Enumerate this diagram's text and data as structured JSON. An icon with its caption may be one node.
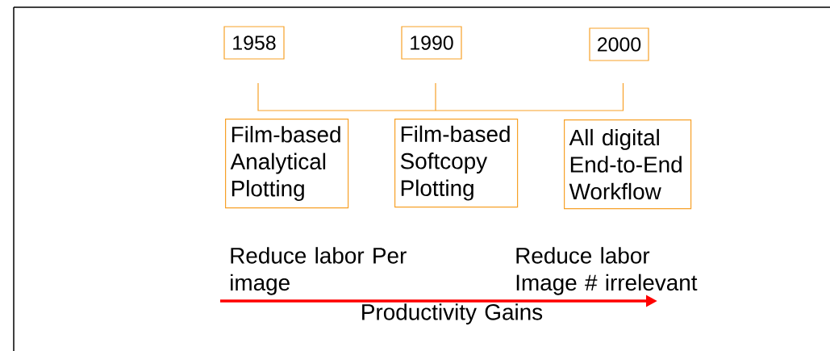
{
  "diagram": {
    "nodes": [
      {
        "text": [
          "1958"
        ]
      },
      {
        "text": [
          "1990"
        ]
      },
      {
        "text": [
          "2000"
        ]
      },
      {
        "text": [
          "Film-based Analytical Plotting"
        ]
      },
      {
        "text": [
          "Film-based Softcopy Plotting"
        ]
      },
      {
        "text": [
          "All digital End-to-End Workflow"
        ]
      }
    ],
    "labels": [
      "Reduce labor Per image",
      "Reduce labor Image # irrelevant",
      "Productivity Gains"
    ]
  }
}
